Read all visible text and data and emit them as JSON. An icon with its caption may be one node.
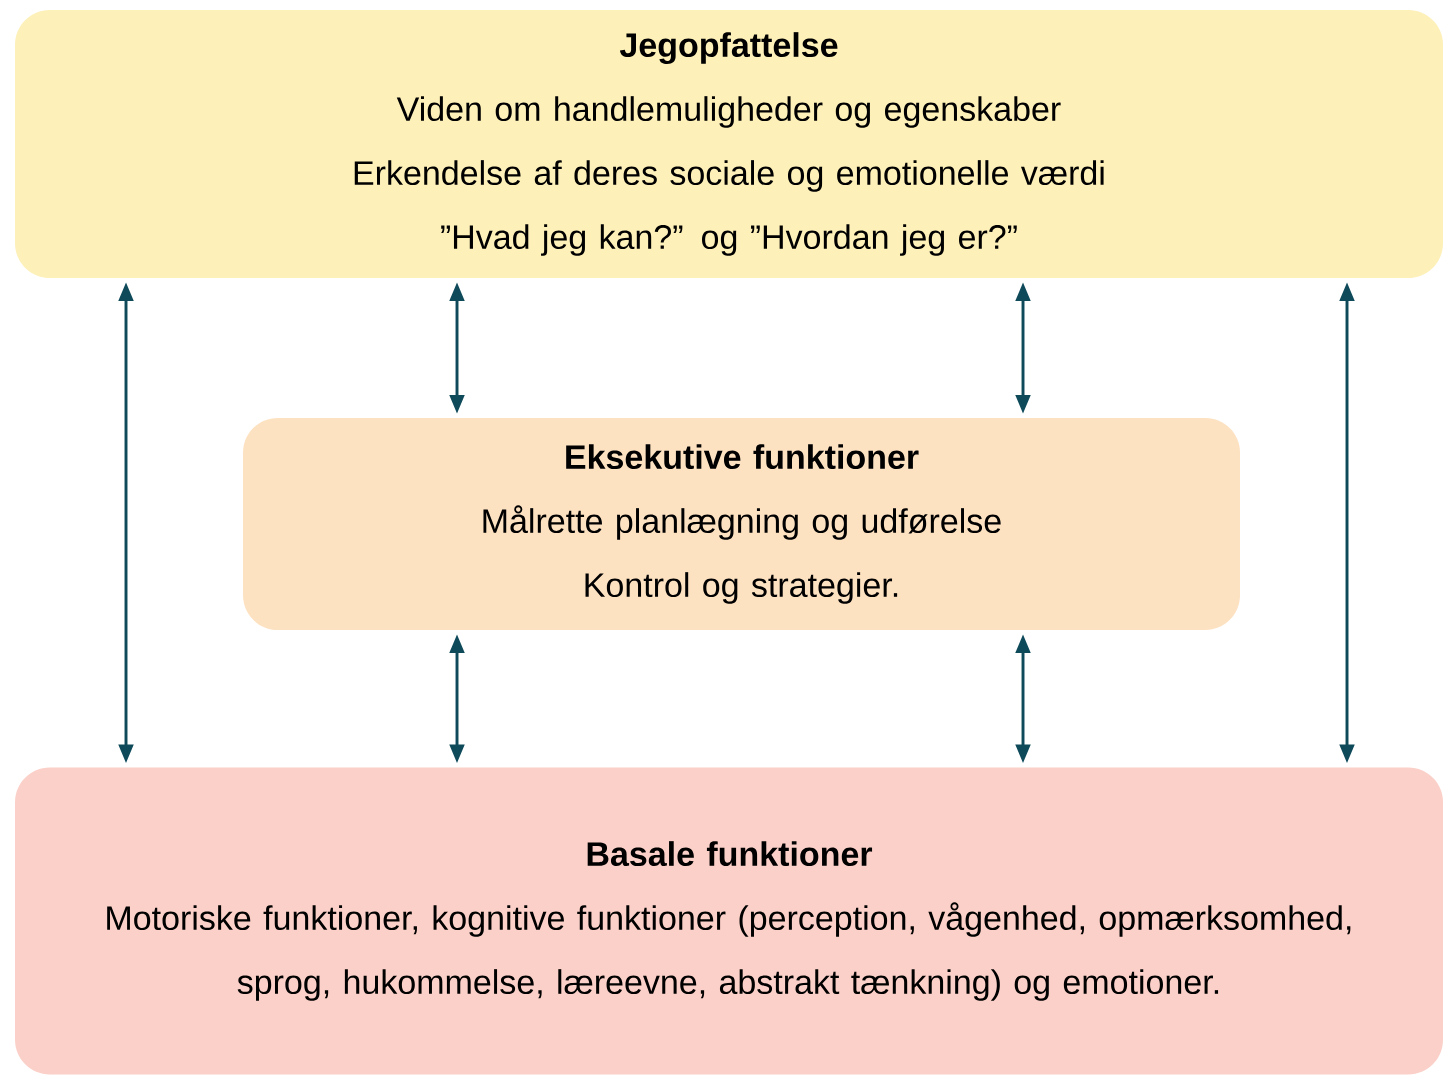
{
  "diagram": {
    "nodes": [
      {
        "text": [
          "Jegopfattelse",
          "Viden om handlemuligheder og egenskaber",
          "Erkendelse af deres sociale og emotionelle værdi",
          "”Hvad jeg kan?” og ”Hvordan jeg er?”"
        ]
      },
      {
        "text": [
          "Eksekutive funktioner",
          "Målrette planlægning og udførelse",
          "Kontrol og strategier."
        ]
      },
      {
        "text": [
          "Basale funktioner",
          "Motoriske funktioner, kognitive funktioner (perception, vågenhed, opmærksomhed, sprog, hukommelse, læreevne, abstrakt tænkning) og emotioner."
        ]
      }
    ],
    "edges": [
      {
        "from": 0,
        "to": 2,
        "arrow": "both"
      },
      {
        "from": 0,
        "to": 1,
        "arrow": "both"
      },
      {
        "from": 0,
        "to": 1,
        "arrow": "both"
      },
      {
        "from": 0,
        "to": 2,
        "arrow": "both"
      },
      {
        "from": 1,
        "to": 2,
        "arrow": "both"
      },
      {
        "from": 1,
        "to": 2,
        "arrow": "both"
      }
    ]
  }
}
